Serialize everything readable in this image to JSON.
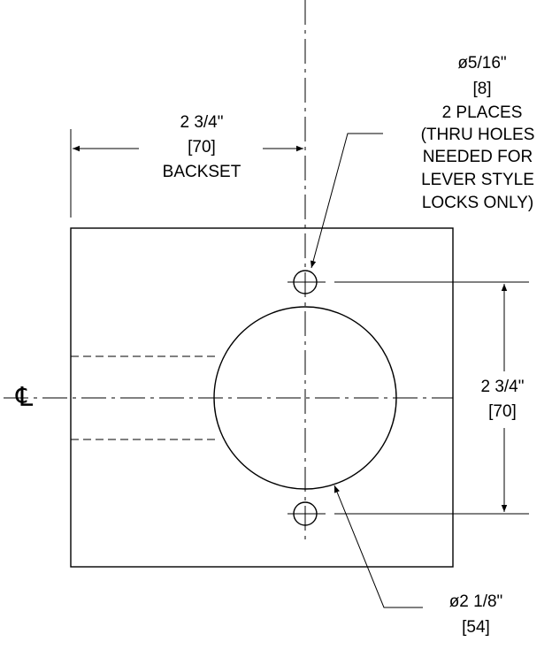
{
  "backset": {
    "imperial": "2 3/4\"",
    "metric": "[70]",
    "label": "BACKSET"
  },
  "small_holes": {
    "diameter": "ø5/16\"",
    "metric": "[8]",
    "lines": [
      "2 PLACES",
      "(THRU HOLES",
      "NEEDED FOR",
      "LEVER STYLE",
      "LOCKS ONLY)"
    ]
  },
  "hole_spacing": {
    "imperial": "2 3/4\"",
    "metric": "[70]"
  },
  "bore": {
    "diameter": "ø2 1/8\"",
    "metric": "[54]"
  },
  "centerline_symbol": "℄"
}
